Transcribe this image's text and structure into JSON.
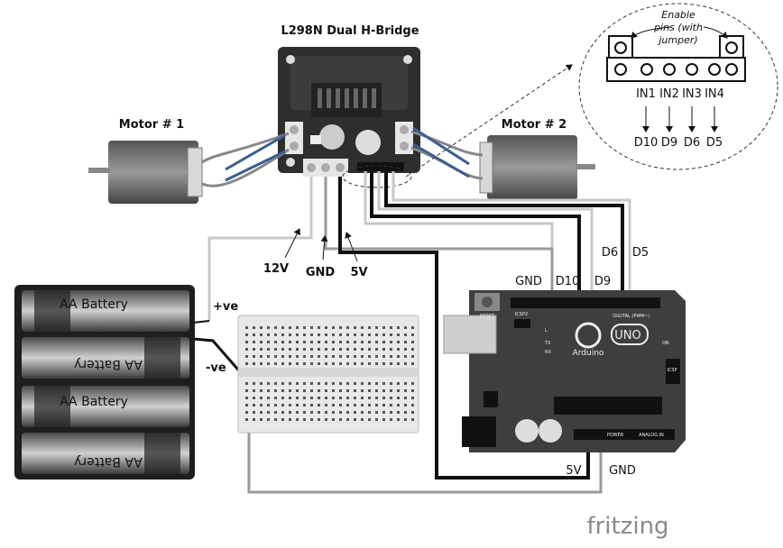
{
  "title": "L298N Dual H-Bridge",
  "motor1_label": "Motor # 1",
  "motor2_label": "Motor # 2",
  "callout": {
    "enable_note": [
      "Enable",
      "pins (with",
      "jumper)"
    ],
    "inputs": [
      "IN1",
      "IN2",
      "IN3",
      "IN4"
    ],
    "pins": [
      "D10",
      "D9",
      "D6",
      "D5"
    ]
  },
  "power_labels": {
    "v12": "12V",
    "gnd": "GND",
    "v5": "5V"
  },
  "battery": {
    "cell_label": "AA Battery",
    "pos": "+ve",
    "neg": "-ve"
  },
  "arduino": {
    "header_labels": {
      "gnd": "GND",
      "d10": "D10",
      "d9": "D9",
      "d6": "D6",
      "d5": "D5"
    },
    "bottom_labels": {
      "v5": "5V",
      "gnd": "GND"
    },
    "brand": "Arduino",
    "model": "UNO",
    "small": {
      "reset": "RESET",
      "icsp2": "ICSP2",
      "icsp": "ICSP",
      "digital": "DIGITAL (PWM~)",
      "power": "POWER",
      "analog": "ANALOG IN",
      "tx": "TX",
      "rx": "RX",
      "l": "L",
      "on": "ON"
    }
  },
  "footer": "fritzing",
  "colors": {
    "wire_black": "#111111",
    "wire_grey": "#9a9a9a",
    "wire_light": "#c8c8c8",
    "board": "#3e3e3e",
    "accent_blue": "#3a5f8f"
  }
}
